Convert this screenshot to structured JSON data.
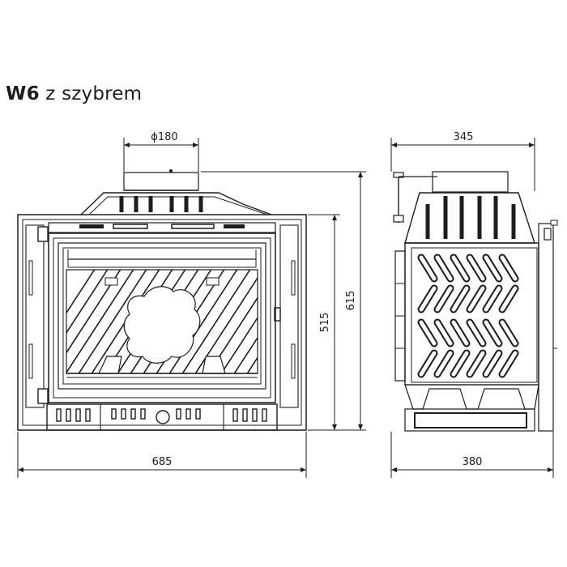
{
  "title": {
    "model": "W6",
    "subtitle": "z szybrem"
  },
  "dimensions": {
    "flue_diameter": "ϕ180",
    "front_width": "685",
    "front_height_inner": "515",
    "front_height_total": "615",
    "side_depth_top": "345",
    "side_depth_bottom": "380"
  },
  "colors": {
    "line": "#1d1d1d",
    "background": "#ffffff"
  }
}
